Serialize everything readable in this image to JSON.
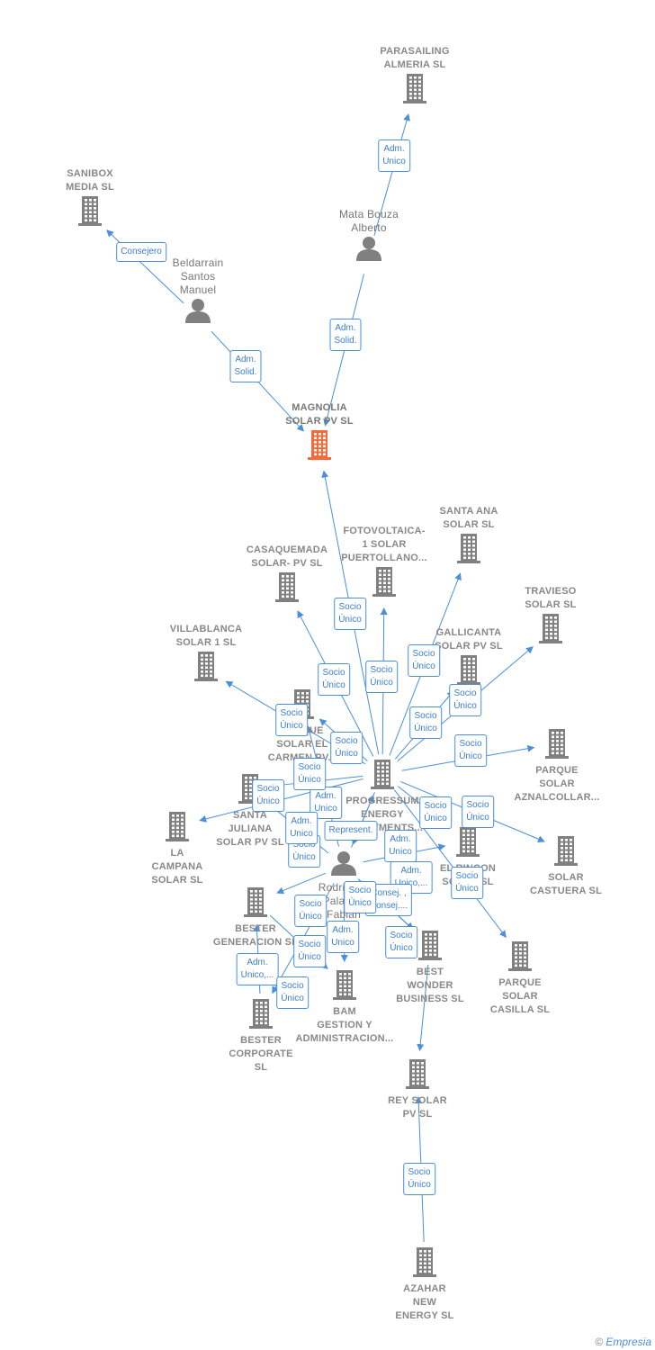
{
  "colors": {
    "edge": "#4a8fd8",
    "node": "#808080",
    "focus": "#f26b3a",
    "background": "#ffffff"
  },
  "nodes": [
    {
      "id": "parasailing",
      "type": "company",
      "label": "PARASAILING\nALMERIA  SL"
    },
    {
      "id": "sanibox",
      "type": "company",
      "label": "SANIBOX\nMEDIA SL"
    },
    {
      "id": "mata",
      "type": "person",
      "label": "Mata Bouza\nAlberto"
    },
    {
      "id": "beldarrain",
      "type": "person",
      "label": "Beldarrain\nSantos\nManuel"
    },
    {
      "id": "magnolia",
      "type": "focus",
      "label": "MAGNOLIA\nSOLAR PV  SL"
    },
    {
      "id": "santaana",
      "type": "company",
      "label": "SANTA ANA\nSOLAR  SL"
    },
    {
      "id": "fotovoltaica",
      "type": "company",
      "label": "FOTOVOLTAICA-\n1 SOLAR\nPUERTOLLANO..."
    },
    {
      "id": "casaquemada",
      "type": "company",
      "label": "CASAQUEMADA\nSOLAR- PV  SL"
    },
    {
      "id": "travieso",
      "type": "company",
      "label": "TRAVIESO\nSOLAR  SL"
    },
    {
      "id": "villablanca",
      "type": "company",
      "label": "VILLABLANCA\nSOLAR 1  SL"
    },
    {
      "id": "gallicanta",
      "type": "company",
      "label": "GALLICANTA\nSOLAR PV  SL"
    },
    {
      "id": "parquecarmen",
      "type": "company",
      "label": "PARQUE\nSOLAR EL\nCARMEN PV..."
    },
    {
      "id": "progressum",
      "type": "company",
      "label": "PROGRESSUM\nENERGY\nINVESTMENTS..."
    },
    {
      "id": "aznalcollar",
      "type": "company",
      "label": "PARQUE\nSOLAR\nAZNALCOLLAR..."
    },
    {
      "id": "santajuliana",
      "type": "company",
      "label": "SANTA\nJULIANA\nSOLAR PV  SL"
    },
    {
      "id": "lacampana",
      "type": "company",
      "label": "LA\nCAMPANA\nSOLAR  SL"
    },
    {
      "id": "elrincon",
      "type": "company",
      "label": "EL RINCON\nSOLAR  SL"
    },
    {
      "id": "castuera",
      "type": "company",
      "label": "SOLAR\nCASTUERA  SL"
    },
    {
      "id": "rodriguez",
      "type": "person",
      "label": "Rodriguez\nPalacios\nFabian"
    },
    {
      "id": "bestergen",
      "type": "company",
      "label": "BESTER\nGENERACION SL"
    },
    {
      "id": "bestwonder",
      "type": "company",
      "label": "BEST\nWONDER\nBUSINESS SL"
    },
    {
      "id": "casilla",
      "type": "company",
      "label": "PARQUE\nSOLAR\nCASILLA  SL"
    },
    {
      "id": "bam",
      "type": "company",
      "label": "BAM\nGESTION Y\nADMINISTRACION..."
    },
    {
      "id": "bestercorp",
      "type": "company",
      "label": "BESTER\nCORPORATE\nSL"
    },
    {
      "id": "reysolar",
      "type": "company",
      "label": "REY SOLAR\nPV  SL"
    },
    {
      "id": "azahar",
      "type": "company",
      "label": "AZAHAR\nNEW\nENERGY  SL"
    }
  ],
  "edges": [
    {
      "from": "mata",
      "to": "parasailing",
      "label": "Adm.\nUnico"
    },
    {
      "from": "beldarrain",
      "to": "sanibox",
      "label": "Consejero"
    },
    {
      "from": "mata",
      "to": "magnolia",
      "label": "Adm.\nSolid."
    },
    {
      "from": "beldarrain",
      "to": "magnolia",
      "label": "Adm.\nSolid."
    },
    {
      "from": "progressum",
      "to": "magnolia",
      "label": "Socio\nÚnico"
    },
    {
      "from": "progressum",
      "to": "santaana",
      "label": "Socio\nÚnico"
    },
    {
      "from": "progressum",
      "to": "fotovoltaica",
      "label": "Socio\nÚnico"
    },
    {
      "from": "progressum",
      "to": "casaquemada",
      "label": "Socio\nÚnico"
    },
    {
      "from": "progressum",
      "to": "travieso",
      "label": "Socio\nÚnico"
    },
    {
      "from": "progressum",
      "to": "villablanca",
      "label": "Socio\nÚnico"
    },
    {
      "from": "progressum",
      "to": "gallicanta",
      "label": "Socio\nÚnico"
    },
    {
      "from": "progressum",
      "to": "parquecarmen",
      "label": "Socio\nÚnico"
    },
    {
      "from": "progressum",
      "to": "aznalcollar",
      "label": "Socio\nÚnico"
    },
    {
      "from": "progressum",
      "to": "santajuliana",
      "label": "Socio\nÚnico"
    },
    {
      "from": "progressum",
      "to": "lacampana",
      "label": "Socio\nÚnico"
    },
    {
      "from": "progressum",
      "to": "elrincon",
      "label": "Socio\nÚnico"
    },
    {
      "from": "progressum",
      "to": "castuera",
      "label": "Socio\nÚnico"
    },
    {
      "from": "progressum",
      "to": "casilla",
      "label": "Socio\nÚnico"
    },
    {
      "from": "rodriguez",
      "to": "progressum",
      "label": "Adm.\nUnico"
    },
    {
      "from": "rodriguez",
      "to": "parquecarmen",
      "label": "Adm.\nUnico"
    },
    {
      "from": "rodriguez",
      "to": "elrincon",
      "label": "Adm.\nUnico"
    },
    {
      "from": "rodriguez",
      "to": "bestwonder",
      "label": "Adm.\nUnico,..."
    },
    {
      "from": "rodriguez",
      "to": "bestergen",
      "label": "Socio\nÚnico"
    },
    {
      "from": "rodriguez",
      "to": "bestercorp",
      "label": "Adm.\nUnico,..."
    },
    {
      "from": "rodriguez",
      "to": "bam",
      "label": "Adm.\nUnico"
    },
    {
      "from": "bestergen",
      "to": "bam",
      "label": "Socio\nÚnico"
    },
    {
      "from": "bestercorp",
      "to": "bestergen",
      "label": "Socio\nÚnico"
    },
    {
      "from": "rodriguez",
      "to": "santajuliana",
      "label": "Socio\nÚnico"
    },
    {
      "from": "rodriguez",
      "to": "bestwonder",
      "label": "Consej. ,\nConsej...."
    },
    {
      "from": "progressum",
      "to": "rodriguez",
      "label": "Represent."
    },
    {
      "from": "bestwonder",
      "to": "reysolar",
      "label": "Socio\nÚnico"
    },
    {
      "from": "rodriguez",
      "to": "bestwonder",
      "label": "Socio\nÚnico"
    },
    {
      "from": "azahar",
      "to": "reysolar",
      "label": "Socio\nÚnico"
    }
  ],
  "footer": {
    "symbol": "©",
    "brand": "Empresia"
  }
}
